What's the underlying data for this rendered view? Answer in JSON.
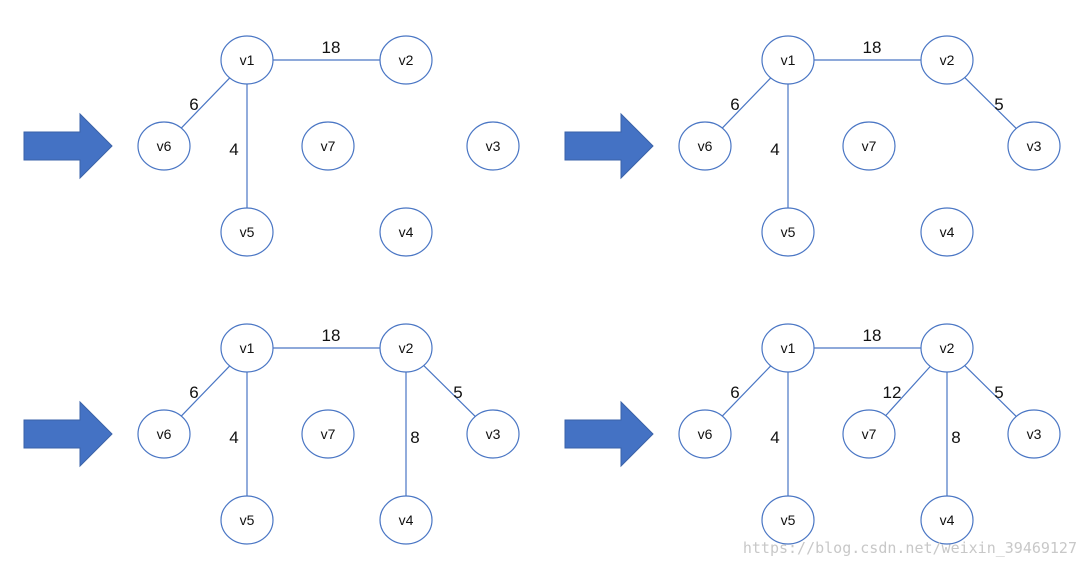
{
  "colors": {
    "node_stroke": "#4a76c4",
    "edge": "#4a76c4",
    "arrow_fill": "#4472c4"
  },
  "arrow_icon": "right-arrow-icon",
  "watermark": "https://blog.csdn.net/weixin_39469127",
  "panels": [
    {
      "nodes": {
        "v1": "v1",
        "v2": "v2",
        "v3": "v3",
        "v4": "v4",
        "v5": "v5",
        "v6": "v6",
        "v7": "v7"
      },
      "edges": [
        {
          "from": "v1",
          "to": "v2",
          "weight": "18"
        },
        {
          "from": "v1",
          "to": "v6",
          "weight": "6"
        },
        {
          "from": "v1",
          "to": "v5",
          "weight": "4"
        }
      ]
    },
    {
      "nodes": {
        "v1": "v1",
        "v2": "v2",
        "v3": "v3",
        "v4": "v4",
        "v5": "v5",
        "v6": "v6",
        "v7": "v7"
      },
      "edges": [
        {
          "from": "v1",
          "to": "v2",
          "weight": "18"
        },
        {
          "from": "v1",
          "to": "v6",
          "weight": "6"
        },
        {
          "from": "v1",
          "to": "v5",
          "weight": "4"
        },
        {
          "from": "v2",
          "to": "v3",
          "weight": "5"
        }
      ]
    },
    {
      "nodes": {
        "v1": "v1",
        "v2": "v2",
        "v3": "v3",
        "v4": "v4",
        "v5": "v5",
        "v6": "v6",
        "v7": "v7"
      },
      "edges": [
        {
          "from": "v1",
          "to": "v2",
          "weight": "18"
        },
        {
          "from": "v1",
          "to": "v6",
          "weight": "6"
        },
        {
          "from": "v1",
          "to": "v5",
          "weight": "4"
        },
        {
          "from": "v2",
          "to": "v3",
          "weight": "5"
        },
        {
          "from": "v2",
          "to": "v4",
          "weight": "8"
        }
      ]
    },
    {
      "nodes": {
        "v1": "v1",
        "v2": "v2",
        "v3": "v3",
        "v4": "v4",
        "v5": "v5",
        "v6": "v6",
        "v7": "v7"
      },
      "edges": [
        {
          "from": "v1",
          "to": "v2",
          "weight": "18"
        },
        {
          "from": "v1",
          "to": "v6",
          "weight": "6"
        },
        {
          "from": "v1",
          "to": "v5",
          "weight": "4"
        },
        {
          "from": "v2",
          "to": "v3",
          "weight": "5"
        },
        {
          "from": "v2",
          "to": "v4",
          "weight": "8"
        },
        {
          "from": "v2",
          "to": "v7",
          "weight": "12"
        }
      ]
    }
  ]
}
